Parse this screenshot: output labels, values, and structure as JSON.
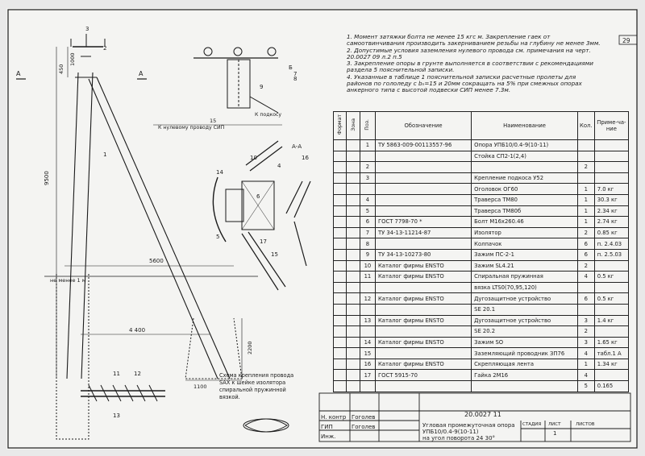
{
  "sheet_number": "29",
  "notes": [
    "1. Момент затяжки болта не менее 15 кгс м. Закрепление гаек от",
    "самоотвинчивания производить закерниванием резьбы на глубину не менее 3мм.",
    "2. Допустимые условия заземления нулевого провода см. примечания на черт.",
    "20.0027 09 л.2 п.5",
    "3. Закрепление опоры в грунте выполняется в соответствии с рекомендациями",
    "раздела 5 пояснительной записки.",
    "4. Указанные в таблице 1 пояснительной записки расчетные пролеты для",
    "районов по гололеду с bₙ=15 и 20мм сокращать на 5% при смежных опорах",
    "анкерного типа с высотой подвески СИП менее 7.3м."
  ],
  "table_headers": {
    "format": "Формат",
    "zone": "Зона",
    "pos": "Поз.",
    "designation": "Обозначение",
    "name": "Наименование",
    "qty": "Кол.",
    "note": "Приме-ча-ние"
  },
  "table_rows": [
    {
      "pos": "1",
      "designation": "ТУ 5863-009-00113557-96",
      "name": "Опора УПБ10/0.4-9(10-11)",
      "qty": "",
      "note": ""
    },
    {
      "pos": "",
      "designation": "",
      "name": "Стойка СП2-1(2,4)",
      "qty": "",
      "note": ""
    },
    {
      "pos": "2",
      "designation": "",
      "name": "",
      "qty": "2",
      "note": ""
    },
    {
      "pos": "3",
      "designation": "",
      "name": "Крепление подкоса У52",
      "qty": "",
      "note": ""
    },
    {
      "pos": "",
      "designation": "",
      "name": "Оголовок ОГ60",
      "qty": "1",
      "note": "7.0 кг"
    },
    {
      "pos": "4",
      "designation": "",
      "name": "Траверса ТМ80",
      "qty": "1",
      "note": "30.3 кг"
    },
    {
      "pos": "5",
      "designation": "",
      "name": "Траверса ТМ80б",
      "qty": "1",
      "note": "2.34 кг"
    },
    {
      "pos": "6",
      "designation": "ГОСТ 7798-70 *",
      "name": "Болт М16х260.46",
      "qty": "1",
      "note": "2.74 кг"
    },
    {
      "pos": "7",
      "designation": "ТУ 34-13-11214-87",
      "name": "Изолятор",
      "qty": "2",
      "note": "0.85 кг"
    },
    {
      "pos": "8",
      "designation": "",
      "name": "Колпачок",
      "qty": "6",
      "note": "п. 2.4.03"
    },
    {
      "pos": "9",
      "designation": "ТУ 34-13-10273-80",
      "name": "Зажим ПС-2-1",
      "qty": "6",
      "note": "п. 2.5.03"
    },
    {
      "pos": "10",
      "designation": "Каталог фирмы ENSTO",
      "name": "Зажим SL4.21",
      "qty": "2",
      "note": ""
    },
    {
      "pos": "11",
      "designation": "Каталог фирмы ENSTO",
      "name": "Спиральная пружинная",
      "qty": "4",
      "note": "0.5 кг"
    },
    {
      "pos": "",
      "designation": "",
      "name": "вязка LTS0(70,95,120)",
      "qty": "",
      "note": ""
    },
    {
      "pos": "12",
      "designation": "Каталог фирмы ENSTO",
      "name": "Дугозащитное устройство",
      "qty": "6",
      "note": "0.5 кг"
    },
    {
      "pos": "",
      "designation": "",
      "name": "SE 20.1",
      "qty": "",
      "note": ""
    },
    {
      "pos": "13",
      "designation": "Каталог фирмы ENSTO",
      "name": "Дугозащитное устройство",
      "qty": "3",
      "note": "1.4 кг"
    },
    {
      "pos": "",
      "designation": "",
      "name": "SE 20.2",
      "qty": "2",
      "note": ""
    },
    {
      "pos": "14",
      "designation": "Каталог фирмы ENSTO",
      "name": "Зажим SO",
      "qty": "3",
      "note": "1.65 кг"
    },
    {
      "pos": "15",
      "designation": "",
      "name": "Заземляющий проводник ЗП76",
      "qty": "4",
      "note": "табл.1 А"
    },
    {
      "pos": "16",
      "designation": "Каталог фирмы ENSTO",
      "name": "Скрепляющая лента",
      "qty": "1",
      "note": "1.34 кг"
    },
    {
      "pos": "17",
      "designation": "ГОСТ 5915-70",
      "name": "Гайка 2М16",
      "qty": "4",
      "note": ""
    },
    {
      "pos": "",
      "designation": "",
      "name": "",
      "qty": "5",
      "note": "0.165"
    }
  ],
  "drawing_labels": {
    "dim_450": "450",
    "dim_1000": "1000",
    "dim_9500": "9500",
    "dim_5600": "5600",
    "dim_4400": "4 400",
    "dim_2200": "2200",
    "dim_1100": "1100",
    "dim_15": "15",
    "depth_note": "не менее 1 м",
    "to_neutral": "К нулевому проводу СИП",
    "to_strut": "К подкосу",
    "section": "А-А",
    "section_mark": "А",
    "view_b": "Б",
    "schema_caption_1": "Схема крепления провода",
    "schema_caption_2": "SAX к шейке изолятора",
    "schema_caption_3": "спиральной пружинной",
    "schema_caption_4": "вязкой."
  },
  "callouts": [
    "1",
    "2",
    "3",
    "4",
    "5",
    "6",
    "7",
    "8",
    "9",
    "10",
    "11",
    "12",
    "13",
    "14",
    "15",
    "16",
    "17"
  ],
  "title_block": {
    "code": "20.0027 11",
    "rows": [
      "Н. контр",
      "ГИП",
      "Инж."
    ],
    "names": [
      "Гоголев",
      "Гоголев"
    ],
    "title_1": "Угловая промежуточная опора",
    "title_2": "УПБ10/0.4-9(10-11)",
    "title_3": "на угол поворота 24 30°",
    "stage": "СТАДИЯ",
    "sheet": "ЛИСТ",
    "sheets": "ЛИСТОВ",
    "sheet_val": "1"
  }
}
